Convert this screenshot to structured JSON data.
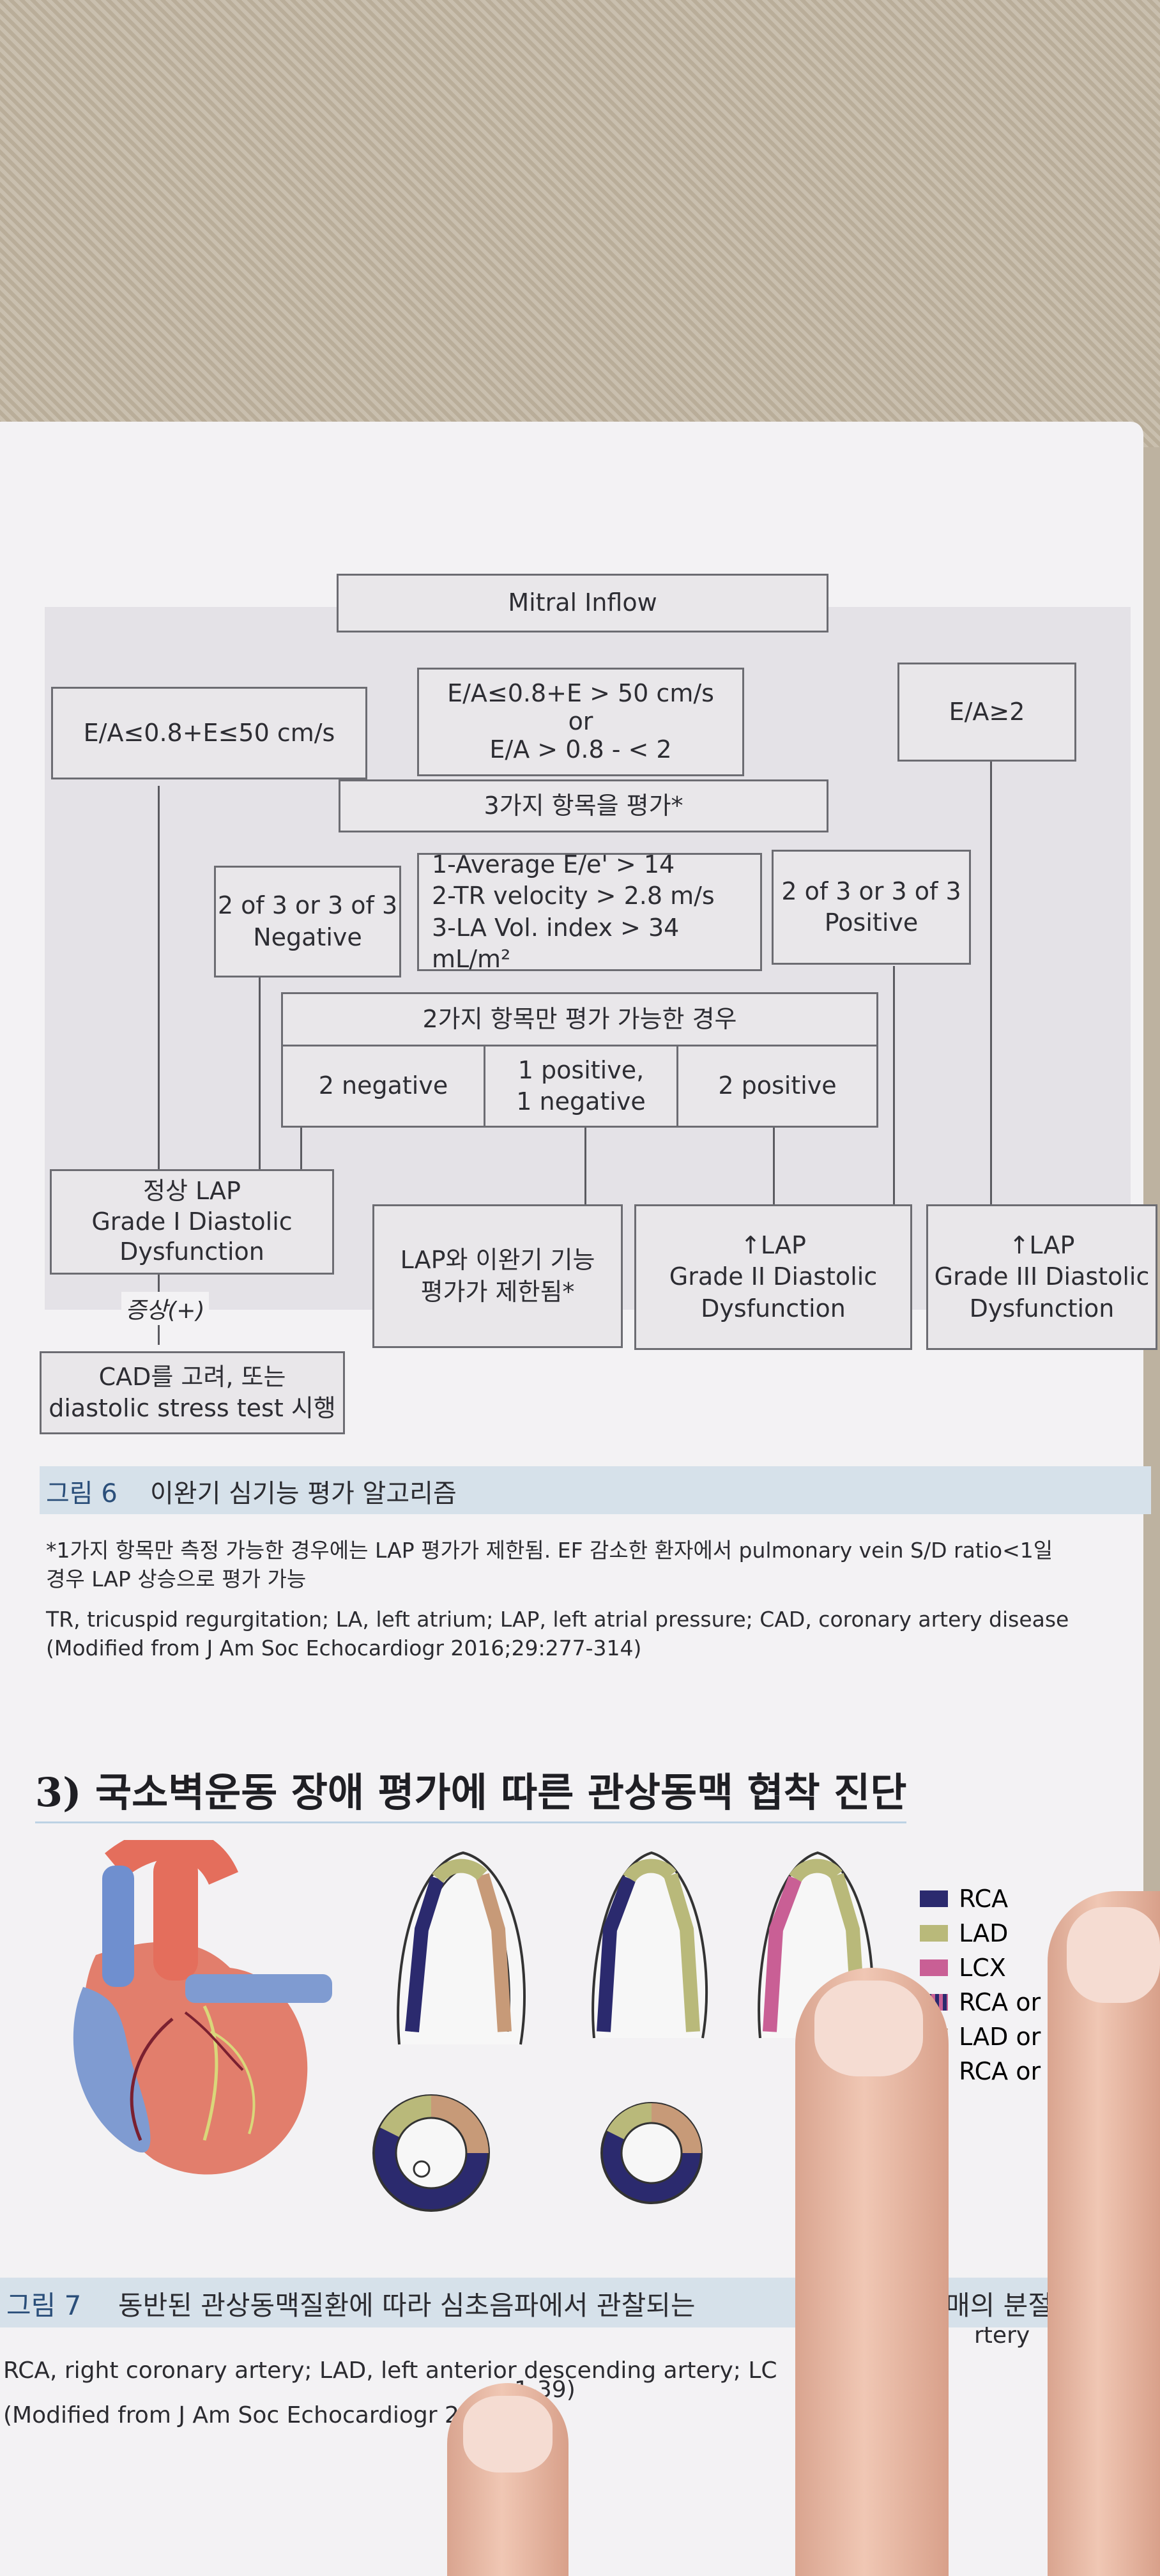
{
  "flowchart": {
    "mitral_inflow": "Mitral Inflow",
    "cond_left": "E/A≤0.8+E≤50 cm/s",
    "cond_mid_1": "E/A≤0.8+E > 50 cm/s",
    "cond_mid_2": "or",
    "cond_mid_3": "E/A > 0.8 - < 2",
    "cond_right": "E/A≥2",
    "evaluate_three": "3가지 항목을 평가*",
    "neg_1": "2 of 3 or 3 of 3",
    "neg_2": "Negative",
    "criteria_1": "1-Average E/e' >  14",
    "criteria_2": "2-TR velocity > 2.8 m/s",
    "criteria_3": "3-LA Vol. index > 34 mL/m²",
    "pos_1": "2 of 3 or 3 of 3",
    "pos_2": "Positive",
    "two_only": "2가지 항목만 평가 가능한 경우",
    "two_negative": "2 negative",
    "one_pos_1": "1 positive,",
    "one_pos_2": "1 negative",
    "two_positive": "2 positive",
    "normal_1": "정상 LAP",
    "normal_2": "Grade I Diastolic",
    "normal_3": "Dysfunction",
    "limited_1": "LAP와 이완기 기능",
    "limited_2": "평가가 제한됨*",
    "g2_1": "↑LAP",
    "g2_2": "Grade II Diastolic",
    "g2_3": "Dysfunction",
    "g3_1": "↑LAP",
    "g3_2": "Grade III Diastolic",
    "g3_3": "Dysfunction",
    "symptom": "증상(+)",
    "cad_1": "CAD를 고려, 또는",
    "cad_2": "diastolic stress test 시행"
  },
  "figure6": {
    "label": "그림 6",
    "title": "이완기 심기능 평가 알고리즘",
    "note_1": "*1가지 항목만 측정 가능한 경우에는 LAP 평가가 제한됨. EF 감소한 환자에서 pulmonary vein S/D ratio<1일",
    "note_2": "경우 LAP 상승으로 평가 가능",
    "abbrev": "TR, tricuspid regurgitation; LA, left atrium; LAP, left atrial pressure; CAD, coronary artery disease",
    "source": "(Modified from J Am Soc Echocardiogr 2016;29:277-314)"
  },
  "section3": {
    "heading": "3) 국소벽운동 장애 평가에 따른 관상동맥 협착 진단"
  },
  "legend": [
    {
      "label": "RCA",
      "color": "#2b2a6e"
    },
    {
      "label": "LAD",
      "color": "#b9b97a"
    },
    {
      "label": "LCX",
      "color": "#c95f95"
    },
    {
      "label": "RCA or",
      "color": "#9a5a8a"
    },
    {
      "label": "LAD or",
      "color": "#c79a78"
    },
    {
      "label": "RCA or",
      "color": "#8a8a9a"
    }
  ],
  "figure7": {
    "label": "그림 7",
    "title": "동반된 관상동맥질환에 따라 심초음파에서 관찰되는",
    "title_tail": "매의 분절",
    "abbrev": "RCA, right coronary artery; LAD, left anterior descending artery; LC",
    "abbrev_tail": "rtery",
    "source": "(Modified from J Am Soc Echocardiogr 201",
    "source_tail": "1-39)"
  }
}
